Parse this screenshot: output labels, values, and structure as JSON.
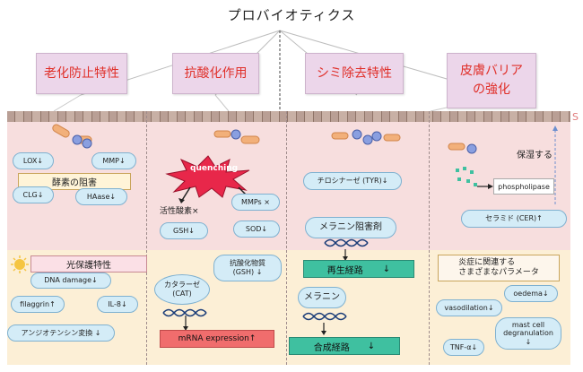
{
  "title": "プロバイオティクス",
  "categories": [
    {
      "label": "老化防止特性"
    },
    {
      "label": "抗酸化作用"
    },
    {
      "label": "シミ除去特性"
    },
    {
      "label": "皮膚バリア",
      "label2": "の強化"
    }
  ],
  "s_marker": "S",
  "col1": {
    "lox": "LOX↓",
    "mmp": "MMP↓",
    "enzyme": "酵素の阻害",
    "clg": "CLG↓",
    "haase": "HAase↓",
    "photo": "光保護特性",
    "dna": "DNA damage↓",
    "filaggrin": "filaggrin↑",
    "il8": "IL-8↓",
    "angio": "アンジオテンシン変換 ↓"
  },
  "col2": {
    "quenching": "quenching",
    "ros": "活性酸素×",
    "mmps": "MMPs ×",
    "gsh": "GSH↓",
    "sod": "SOD↓",
    "antioxidant": "抗酸化物質\n(GSH) ↓",
    "catalase": "カタラーゼ\n(CAT)",
    "mrna": "mRNA expression↑"
  },
  "col3": {
    "tyr": "チロシナーゼ (TYR)↓",
    "inhibitor": "メラニン阻害剤",
    "regen": "再生経路",
    "regen_arrow": "↓",
    "melanin": "メラニン",
    "synth": "合成経路",
    "synth_arrow": "↓"
  },
  "col4": {
    "moisture": "保湿する",
    "phospholipase": "phospholipase",
    "ceramide": "セラミド (CER)↑",
    "inflam": "炎症に関連する\nさまざまなパラメータ",
    "oedema": "oedema↓",
    "vasodilation": "vasodilation↓",
    "mastcell": "mast cell\ndegranulation\n↓",
    "tnf": "TNF-α↓"
  },
  "colors": {
    "title_red": "#e0302a",
    "pink_band": "#f7dede",
    "yellow_band": "#fcefd6",
    "pill_blue": "#d4ecf7",
    "green": "#3fc0a0",
    "red": "#f06d6d",
    "starburst": "#e8274a",
    "bacteria": "#f2b07a",
    "cell": "#8a9fe0"
  },
  "icons": [
    "bacteria-icon",
    "cell-icon",
    "starburst-icon",
    "sun-icon",
    "dna-helix-icon",
    "arrow-icon"
  ]
}
